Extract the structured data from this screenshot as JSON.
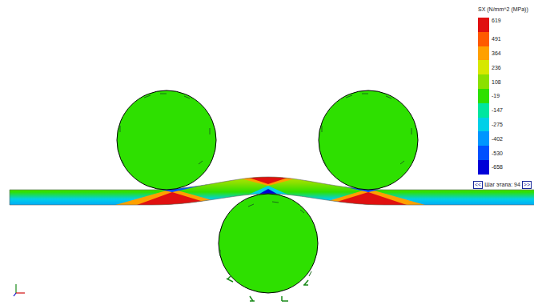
{
  "diagram": {
    "labels": [
      "SX (N/mm^2 (MPa))",
      "<<",
      "Шаг этапа: 94",
      ">>"
    ],
    "legend": [
      {
        "text": "619",
        "color": "#e01010"
      },
      {
        "text": "491",
        "color": "#ff5a00"
      },
      {
        "text": "364",
        "color": "#ffa000"
      },
      {
        "text": "236",
        "color": "#d6e800"
      },
      {
        "text": "108",
        "color": "#8be000"
      },
      {
        "text": "-19",
        "color": "#2ee000"
      },
      {
        "text": "-147",
        "color": "#00e6a0"
      },
      {
        "text": "-275",
        "color": "#00d0e8"
      },
      {
        "text": "-402",
        "color": "#0096ff"
      },
      {
        "text": "-530",
        "color": "#0050ff"
      },
      {
        "text": "-658",
        "color": "#0000d8"
      }
    ]
  }
}
